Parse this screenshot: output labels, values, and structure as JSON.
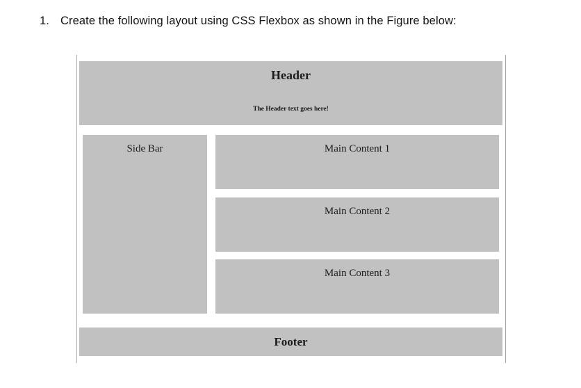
{
  "colors": {
    "box_fill": "#c1c1c1",
    "figure_border": "#a6a6a6",
    "text": "#1c1c1c"
  },
  "instruction": {
    "number": "1.",
    "text": "Create the following layout using CSS Flexbox as shown in the Figure below:"
  },
  "figure": {
    "header": {
      "title": "Header",
      "subtitle": "The Header text goes here!"
    },
    "sidebar": {
      "label": "Side Bar"
    },
    "main_contents": [
      {
        "label": "Main Content 1"
      },
      {
        "label": "Main Content 2"
      },
      {
        "label": "Main Content 3"
      }
    ],
    "footer": {
      "label": "Footer"
    }
  }
}
